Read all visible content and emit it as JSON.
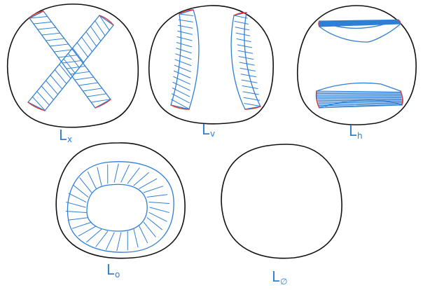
{
  "figure": {
    "accent_color": "#2f7fd6",
    "outline_color": "#111111",
    "boundary_color": "#e03a3a",
    "panels": [
      {
        "id": "x",
        "label": "L",
        "subscript": "x"
      },
      {
        "id": "v",
        "label": "L",
        "subscript": "v"
      },
      {
        "id": "h",
        "label": "L",
        "subscript": "h"
      },
      {
        "id": "o",
        "label": "L",
        "subscript": "o"
      },
      {
        "id": "empty",
        "label": "L",
        "subscript": "∅"
      }
    ]
  }
}
